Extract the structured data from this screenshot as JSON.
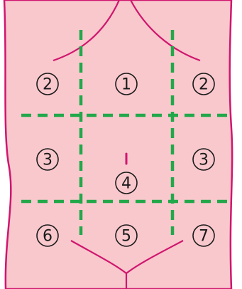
{
  "colors": {
    "skin": "#f9c8cd",
    "outline": "#d0166e",
    "grid_line": "#22a84a",
    "navel": "#d0166e",
    "label": "#1a1a1a"
  },
  "regions": {
    "right_hypochondriac": "2",
    "epigastric": "1",
    "left_hypochondriac": "2",
    "right_lumbar": "3",
    "umbilical": "4",
    "left_lumbar": "3",
    "right_iliac": "6",
    "hypogastric": "5",
    "left_iliac": "7"
  }
}
